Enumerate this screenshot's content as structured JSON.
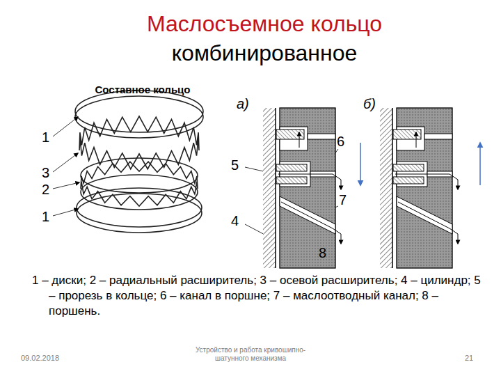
{
  "diagram": {
    "title": "Маслосъемное кольцо",
    "caption": "1 – диски; 2 – радиальный расширитель; 3 – осевой расширитель; 4 – цилиндр; 5 – прорезь в кольце; 6 – канал в поршне; 7 – маслоотводный канал; 8 – поршень.",
    "labels": [
      "комбинированное",
      "Составное кольцо",
      "1",
      "3",
      "2",
      "1",
      "а)",
      "б)",
      "6",
      "5",
      "7",
      "4",
      "8",
      "09.02.2018",
      "Устройство и работа кривошипно-шатунного механизма",
      "21"
    ]
  }
}
